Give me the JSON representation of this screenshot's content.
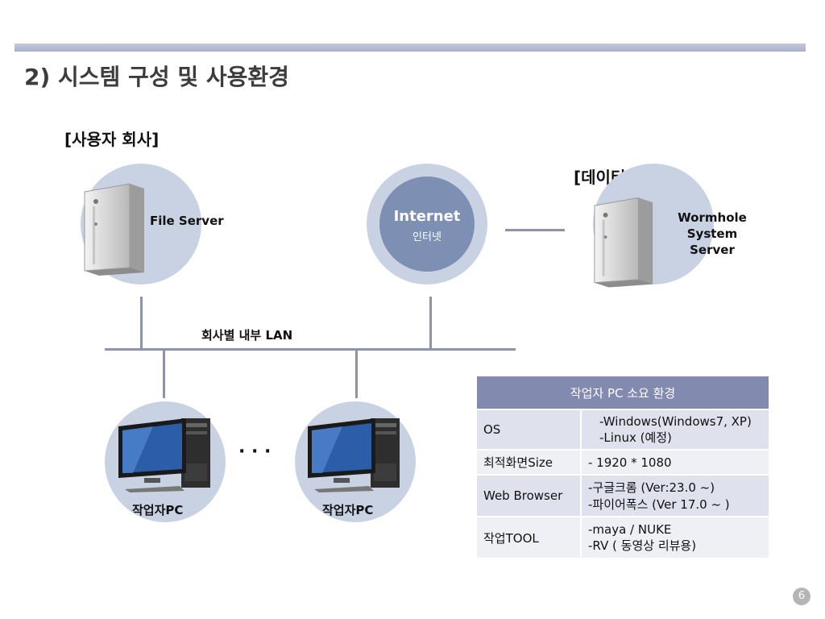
{
  "slide": {
    "title": "2) 시스템 구성 및 사용환경",
    "page_number": "6"
  },
  "diagram": {
    "company_label": "[사용자 회사]",
    "datacenter_label": "[데이터센터]",
    "file_server_label": "File Server",
    "internet_label": "Internet",
    "internet_sublabel": "인터넷",
    "wormhole_label_1": "Wormhole",
    "wormhole_label_2": "System",
    "wormhole_label_3": "Server",
    "lan_label": "회사별 내부 LAN",
    "pc_label_1": "작업자PC",
    "pc_label_2": "작업자PC",
    "ellipsis": "· · ·"
  },
  "spec_table": {
    "header": "작업자 PC 소요 환경",
    "rows": [
      {
        "key": "OS",
        "line1": "-Windows(Windows7, XP)",
        "line2": "-Linux (예정)"
      },
      {
        "key": "최적화면Size",
        "line1": "- 1920 * 1080",
        "line2": ""
      },
      {
        "key": "Web Browser",
        "line1": "-구글크롬 (Ver:23.0 ~)",
        "line2": "-파이어폭스 (Ver 17.0 ~ )"
      },
      {
        "key": "작업TOOL",
        "line1": "-maya / NUKE",
        "line2": "-RV ( 동영상 리뷰용)"
      }
    ]
  },
  "colors": {
    "circle": "#c9d2e3",
    "internet_inner": "#7d8fb3",
    "line": "#8d93aa",
    "table_header": "#838aaf"
  },
  "icons": [
    "server-tower-icon",
    "desktop-pc-icon"
  ]
}
